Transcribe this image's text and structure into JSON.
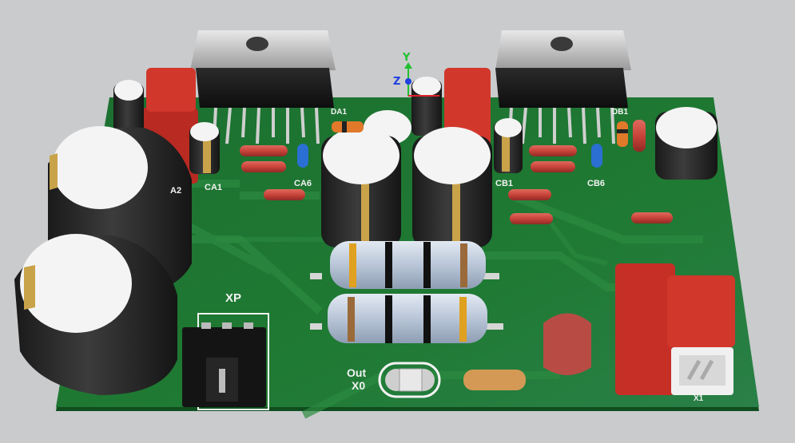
{
  "colors": {
    "background": "#c9cbcd",
    "board": "#1f7a33",
    "board_dark": "#186628",
    "silkscreen": "#f2f2f2",
    "capacitor_film": "#d1372b",
    "capacitor_body": "#2b2b2b",
    "resistor_small": "#c9433a",
    "resistor_power": "#c9d3e0",
    "axis_x": "#e0202a",
    "axis_y": "#20c030",
    "axis_z": "#2040e0"
  },
  "board": {
    "labels": {
      "xp": "XP",
      "out": "Out",
      "x0": "X0",
      "x1": "X1",
      "da1": "DA1",
      "db1": "DB1",
      "ca1": "CA1",
      "ca2": "A2",
      "ca6": "CA6",
      "cb1": "CB1",
      "cb6": "CB6"
    }
  },
  "axes": {
    "y": "Y",
    "z": "Z"
  }
}
